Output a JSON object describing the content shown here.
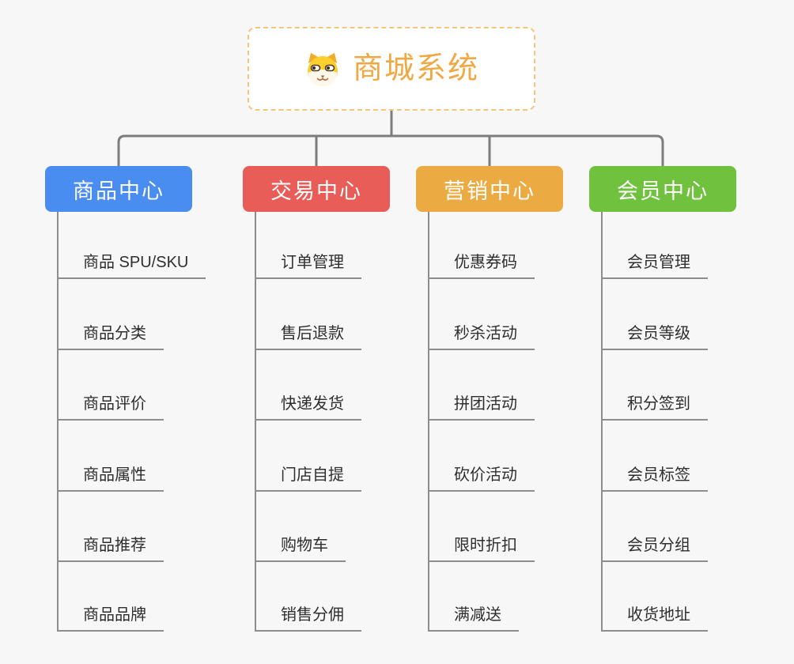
{
  "root": {
    "title": "商城系统",
    "icon": "doge-icon",
    "title_color": "#f0a843",
    "border_color": "#f6c57d"
  },
  "connector_color": "#7d7d7d",
  "branches": [
    {
      "label": "商品中心",
      "color": "#4a8df0",
      "items": [
        "商品 SPU/SKU",
        "商品分类",
        "商品评价",
        "商品属性",
        "商品推荐",
        "商品品牌"
      ]
    },
    {
      "label": "交易中心",
      "color": "#e85d57",
      "items": [
        "订单管理",
        "售后退款",
        "快递发货",
        "门店自提",
        "购物车",
        "销售分佣"
      ]
    },
    {
      "label": "营销中心",
      "color": "#ecab42",
      "items": [
        "优惠券码",
        "秒杀活动",
        "拼团活动",
        "砍价活动",
        "限时折扣",
        "满减送"
      ]
    },
    {
      "label": "会员中心",
      "color": "#70c13e",
      "items": [
        "会员管理",
        "会员等级",
        "积分签到",
        "会员标签",
        "会员分组",
        "收货地址"
      ]
    }
  ]
}
